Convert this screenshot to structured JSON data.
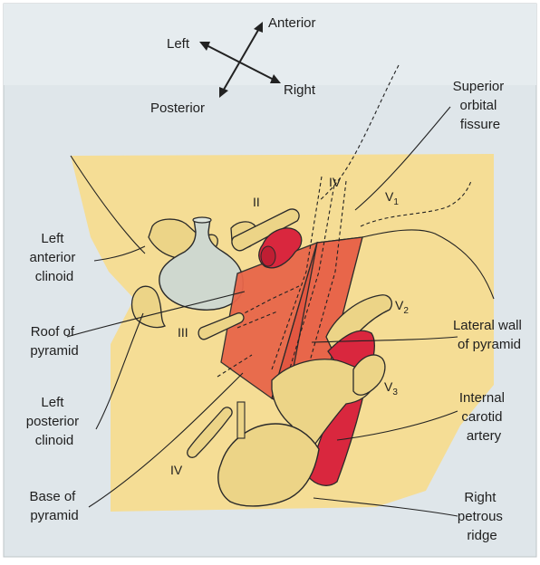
{
  "compass": {
    "anterior": "Anterior",
    "left": "Left",
    "right": "Right",
    "posterior": "Posterior"
  },
  "labels": {
    "left_anterior_clinoid": [
      "Left",
      "anterior",
      "clinoid"
    ],
    "roof_of_pyramid": [
      "Roof of",
      "pyramid"
    ],
    "left_posterior_clinoid": [
      "Left",
      "posterior",
      "clinoid"
    ],
    "base_of_pyramid": [
      "Base of",
      "pyramid"
    ],
    "superior_orbital_fissure": [
      "Superior",
      "orbital",
      "fissure"
    ],
    "lateral_wall_of_pyramid": [
      "Lateral wall",
      "of pyramid"
    ],
    "internal_carotid_artery": [
      "Internal",
      "carotid",
      "artery"
    ],
    "right_petrous_ridge": [
      "Right",
      "petrous",
      "ridge"
    ]
  },
  "nerves": {
    "ii": "II",
    "iii": "III",
    "iv_top": "IV",
    "iv_bottom": "IV",
    "v1_main": "V",
    "v1_sub": "1",
    "v2_main": "V",
    "v2_sub": "2",
    "v3_main": "V",
    "v3_sub": "3"
  },
  "colors": {
    "page_background": "#dfe6ea",
    "bone_background": "#f5dd95",
    "cream_structures": "#ecd487",
    "outline": "#2a2a2a",
    "pyramid_faces": "#e8664a",
    "artery": "#d9273e",
    "pituitary": "#cfd8cf"
  }
}
